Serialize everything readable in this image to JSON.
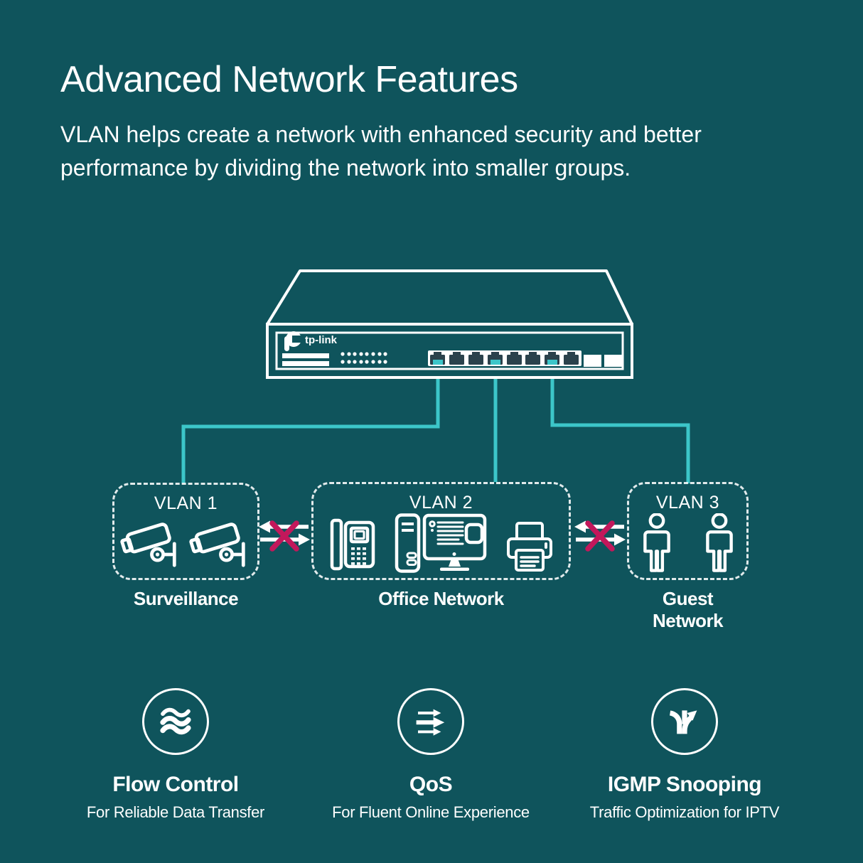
{
  "header": {
    "title": "Advanced Network Features",
    "subtitle": "VLAN helps create a network with enhanced security and better performance by dividing the network into smaller groups."
  },
  "switch": {
    "brand": "tp-link",
    "port_count": 8,
    "uplink_slot_count": 2,
    "connected_port_numbers": [
      1,
      4,
      7
    ]
  },
  "vlans": [
    {
      "label": "VLAN 1",
      "group_name": "Surveillance",
      "device_icons": [
        "cctv-camera-icon",
        "cctv-camera-icon"
      ]
    },
    {
      "label": "VLAN 2",
      "group_name": "Office Network",
      "device_icons": [
        "ip-phone-icon",
        "desktop-pc-icon",
        "printer-icon"
      ]
    },
    {
      "label": "VLAN 3",
      "group_name": "Guest Network",
      "device_icons": [
        "person-icon",
        "person-icon"
      ]
    }
  ],
  "isolation_markers": [
    {
      "icon": "blocked-traffic-icon",
      "position": "between VLAN 1 and VLAN 2"
    },
    {
      "icon": "blocked-traffic-icon",
      "position": "between VLAN 2 and VLAN 3"
    }
  ],
  "features": [
    {
      "title": "Flow Control",
      "caption": "For Reliable Data Transfer",
      "icon": "waves-icon"
    },
    {
      "title": "QoS",
      "caption": "For Fluent Online Experience",
      "icon": "priority-arrows-icon"
    },
    {
      "title": "IGMP Snooping",
      "caption": "Traffic Optimization for IPTV",
      "icon": "split-path-icon"
    }
  ],
  "colors": {
    "background": "#0f545c",
    "line_white": "#ffffff",
    "cable_cyan": "#3cc6c9",
    "port_dark": "#2b424c",
    "blocked_pink": "#c2185b"
  }
}
